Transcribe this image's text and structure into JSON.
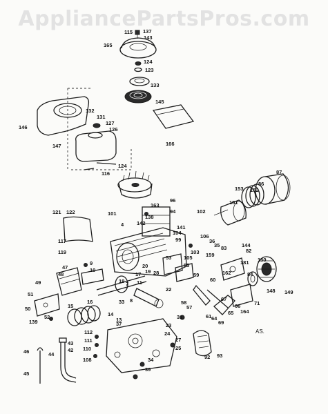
{
  "watermark": "AppliancePartsPros.com",
  "drawing_note": "AS.",
  "callouts": {
    "c115": "115",
    "c137": "137",
    "c143": "143",
    "c165": "165",
    "c124": "124",
    "c123": "123",
    "c133": "133",
    "c145": "145",
    "c146": "146",
    "c132": "132",
    "c127": "127",
    "c131": "131",
    "c126": "126",
    "c147": "147",
    "c166": "166",
    "c124b": "124",
    "c116": "116",
    "c87": "87",
    "c153": "153",
    "c152": "152",
    "c86": "86",
    "c96": "96",
    "c151": "151",
    "c163": "163",
    "c94": "94",
    "c102": "102",
    "c121": "121",
    "c122": "122",
    "c101": "101",
    "c142": "142",
    "c4": "4",
    "c138": "138",
    "c141": "141",
    "c104": "104",
    "c99": "99",
    "c106": "106",
    "c117": "117",
    "c119": "119",
    "c103": "103",
    "c35": "35",
    "c144": "144",
    "c82": "82",
    "c36": "36",
    "c83": "83",
    "c105": "105",
    "c159": "159",
    "c181": "181",
    "c162": "162",
    "c150": "150",
    "c47": "47",
    "c48": "48",
    "c55": "55",
    "c53": "53",
    "c84": "84",
    "c148": "148",
    "c149": "149",
    "c49": "49",
    "c9": "9",
    "c10": "10",
    "c17": "17",
    "c19": "19",
    "c11": "11",
    "c20": "20",
    "c28": "28",
    "c59": "59",
    "c60": "60",
    "c61": "61",
    "c71": "71",
    "c51": "51",
    "c50": "50",
    "c18": "18",
    "c7": "7",
    "c16": "16",
    "c8": "8",
    "c33": "33",
    "c22": "22",
    "c58": "58",
    "c57": "57",
    "c15": "15",
    "c52": "52",
    "c139": "139",
    "c14": "14",
    "c13": "13",
    "c66": "66",
    "c65": "65",
    "c164": "164",
    "c69": "69",
    "c64": "64",
    "c67": "67",
    "c37": "37",
    "c23": "23",
    "c31": "31",
    "c112": "112",
    "c24": "24",
    "c111": "111",
    "c27": "27",
    "c110": "110",
    "c25": "25",
    "c108": "108",
    "c34": "34",
    "c39": "39",
    "c93": "93",
    "c92": "92",
    "c46": "46",
    "c44": "44",
    "c43": "43",
    "c42": "42",
    "c45": "45"
  }
}
